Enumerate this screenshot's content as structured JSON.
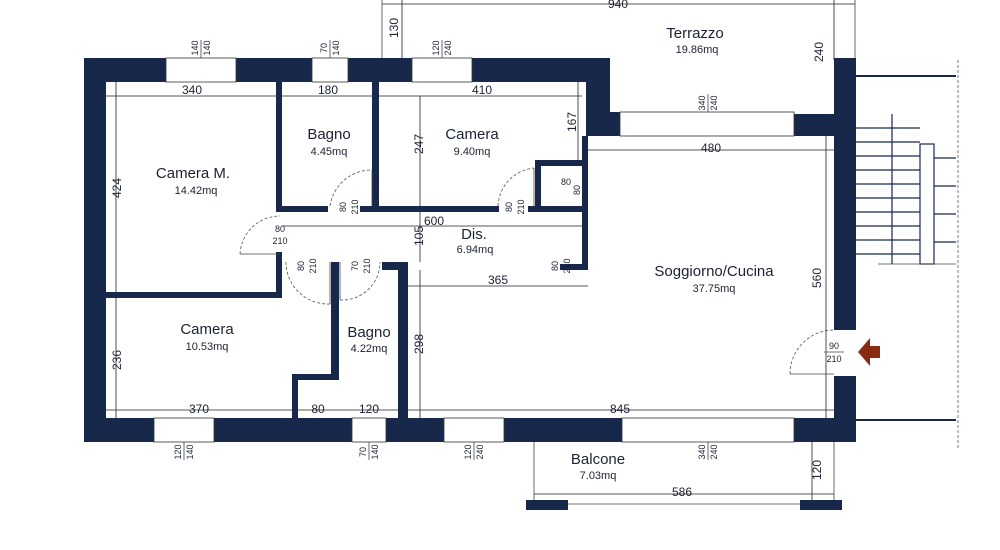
{
  "rooms": {
    "terrazzo": {
      "name": "Terrazzo",
      "area": "19.86mq"
    },
    "camera_m": {
      "name": "Camera  M.",
      "area": "14.42mq"
    },
    "bagno_1": {
      "name": "Bagno",
      "area": "4.45mq"
    },
    "camera_1": {
      "name": "Camera",
      "area": "9.40mq"
    },
    "dis": {
      "name": "Dis.",
      "area": "6.94mq"
    },
    "soggiorno": {
      "name": "Soggiorno/Cucina",
      "area": "37.75mq"
    },
    "camera_2": {
      "name": "Camera",
      "area": "10.53mq"
    },
    "bagno_2": {
      "name": "Bagno",
      "area": "4.22mq"
    },
    "balcone": {
      "name": "Balcone",
      "area": "7.03mq"
    }
  },
  "dimensions": {
    "terrazzo_width": "940",
    "terrazzo_depth_left": "130",
    "terrazzo_depth_right": "240",
    "camera_m_width": "340",
    "bagno_1_width": "180",
    "camera_1_width": "410",
    "camera_1_niche": "167",
    "camera_m_depth": "424",
    "camera_1_depth": "247",
    "soggiorno_width_top": "480",
    "dis_length": "600",
    "dis_width": "105",
    "corridor_to_living": "365",
    "soggiorno_depth": "560",
    "camera_2_depth": "236",
    "bagno_2_depth": "298",
    "camera_2_width": "370",
    "bagno_2_width_a": "80",
    "bagno_2_width_b": "120",
    "soggiorno_width_bottom": "845",
    "balcone_width": "586",
    "balcone_depth": "120"
  },
  "openings": {
    "w_top_1": [
      "140",
      "140"
    ],
    "w_top_2": [
      "70",
      "140"
    ],
    "w_top_3": [
      "120",
      "240"
    ],
    "w_living_top": [
      "340",
      "240"
    ],
    "w_bottom_1": [
      "120",
      "140"
    ],
    "w_bottom_2": [
      "70",
      "140"
    ],
    "w_bottom_3": [
      "120",
      "240"
    ],
    "w_bottom_4": [
      "340",
      "240"
    ],
    "d_closet": [
      "80",
      "80"
    ],
    "d_bagno_1": [
      "80",
      "210"
    ],
    "d_camera_1": [
      "80",
      "210"
    ],
    "d_camera_m": [
      "80",
      "210"
    ],
    "d_camera_2": [
      "80",
      "210"
    ],
    "d_bagno_2": [
      "70",
      "210"
    ],
    "d_living": [
      "80",
      "210"
    ],
    "d_entry": [
      "90",
      "210"
    ]
  },
  "colors": {
    "wall": "#17284a",
    "entry_arrow": "#8b2a12"
  }
}
